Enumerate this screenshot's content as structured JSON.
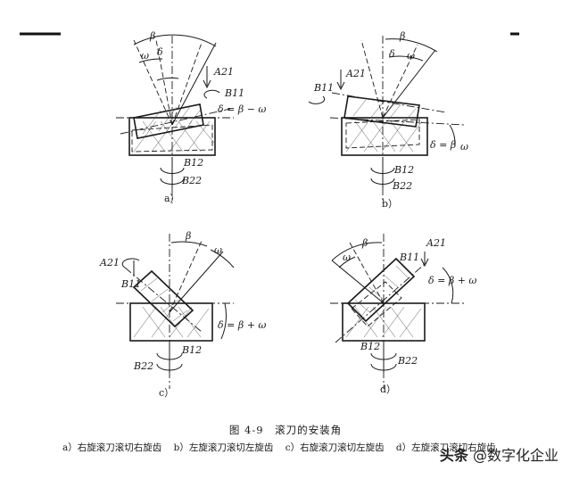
{
  "figure": {
    "caption": "图 4-9　滚刀的安装角",
    "legend": [
      "a）右旋滚刀滚切右旋齿",
      "b）左旋滚刀滚切左旋齿",
      "c）右旋滚刀滚切左旋齿",
      "d）左旋滚刀滚切右旋齿"
    ],
    "panels": {
      "a": {
        "tag": "a）",
        "beta": "β",
        "omega": "ω",
        "delta": "δ",
        "A21": "A21",
        "B11": "B11",
        "B12": "B12",
        "B22": "B22",
        "eq": "δ = β − ω"
      },
      "b": {
        "tag": "b）",
        "beta": "β",
        "omega": "ω",
        "delta": "δ",
        "A21": "A21",
        "B11": "B11",
        "B12": "B12",
        "B22": "B22",
        "eq": "δ = β",
        "eq_omega": "ω"
      },
      "c": {
        "tag": "c）",
        "beta": "β",
        "omega": "ω",
        "A21": "A21",
        "B11": "B11",
        "B12": "B12",
        "B22": "B22",
        "eq": "δ = β + ω"
      },
      "d": {
        "tag": "d）",
        "beta": "β",
        "omega": "ω",
        "A21": "A21",
        "B11": "B11",
        "B12": "B12",
        "B22": "B22",
        "eq": "δ = β + ω"
      }
    }
  },
  "watermark": {
    "prefix": "头条",
    "handle": "@数字化企业"
  }
}
